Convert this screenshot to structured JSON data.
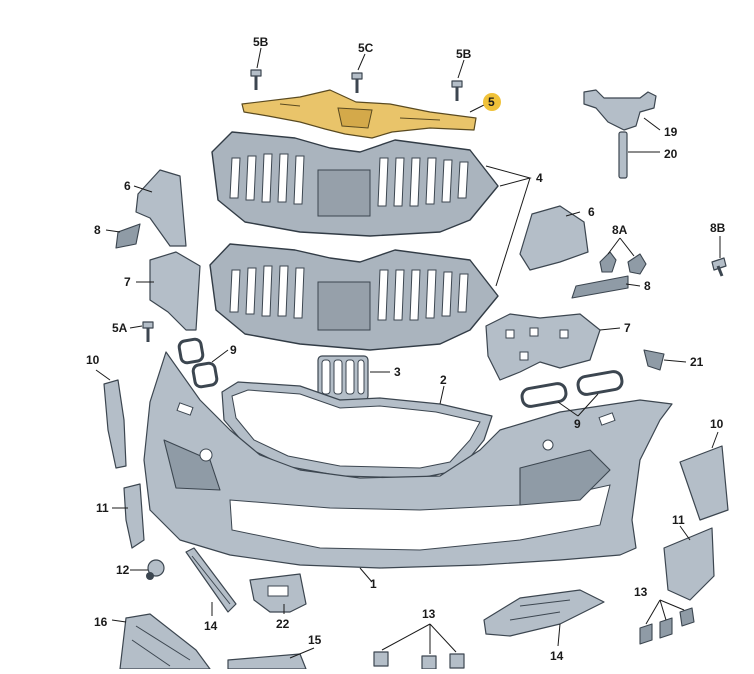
{
  "highlight_color": "#e9c46a",
  "badge_color": "#f0c23a",
  "labels": {
    "p1": "1",
    "p2": "2",
    "p3": "3",
    "p4": "4",
    "p5": "5",
    "p5a": "5A",
    "p5b_left": "5B",
    "p5b_right": "5B",
    "p5c": "5C",
    "p6_left": "6",
    "p6_right": "6",
    "p7_left": "7",
    "p7_right": "7",
    "p8_left": "8",
    "p8_right": "8",
    "p8a": "8A",
    "p8b": "8B",
    "p9_left": "9",
    "p9_right": "9",
    "p10_left": "10",
    "p10_right": "10",
    "p11_left": "11",
    "p11_right": "11",
    "p12": "12",
    "p13_mid": "13",
    "p13_right": "13",
    "p14_left": "14",
    "p14_right": "14",
    "p15": "15",
    "p16": "16",
    "p19": "19",
    "p20": "20",
    "p21": "21",
    "p22": "22"
  }
}
